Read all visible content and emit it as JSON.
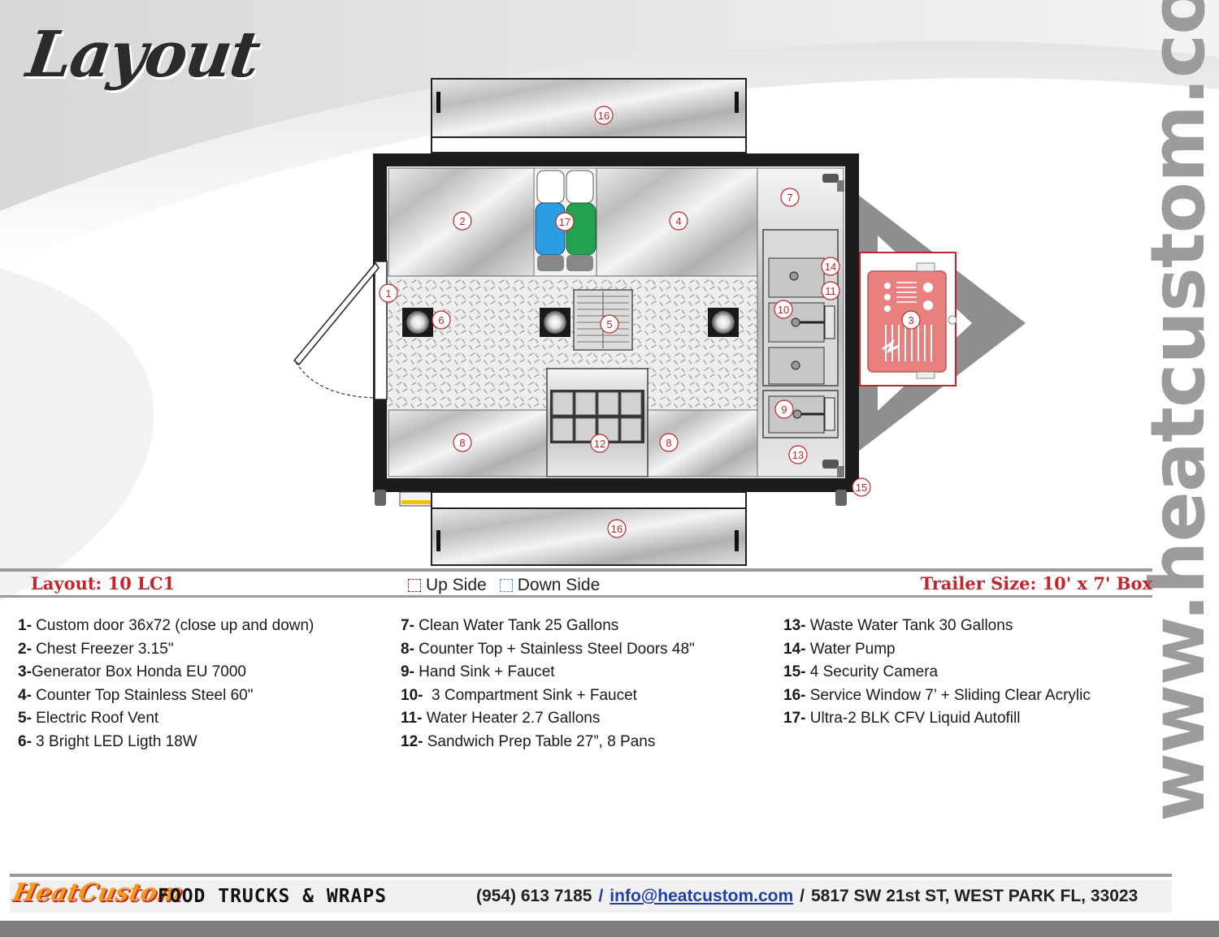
{
  "title": "Layout",
  "watermark": "www.heatcustom.com",
  "diagram_labels": {
    "service_window_top": "16",
    "service_window_bottom": "16",
    "door": "1",
    "freezer": "2",
    "generator": "3",
    "counter_60": "4",
    "roof_vent": "5",
    "led_light": "6",
    "clean_tank": "7",
    "counter_48_left": "8",
    "counter_48_right": "8",
    "hand_sink": "9",
    "comp_sink": "10",
    "water_heater": "11",
    "prep_table": "12",
    "waste_tank": "13",
    "water_pump": "14",
    "camera": "15",
    "autofill": "17"
  },
  "info_bar": {
    "layout_code": "Layout: 10 LC1",
    "legend_up": "Up Side",
    "legend_down": "Down Side",
    "trailer_size": "Trailer Size: 10' x 7' Box"
  },
  "items": [
    {
      "num": "1-",
      "text": " Custom door 36x72 (close up and down)"
    },
    {
      "num": "2-",
      "text": " Chest Freezer 3.15\""
    },
    {
      "num": "3-",
      "text": "Generator Box Honda EU 7000"
    },
    {
      "num": "4-",
      "text": " Counter Top Stainless Steel 60\""
    },
    {
      "num": "5-",
      "text": " Electric Roof Vent"
    },
    {
      "num": "6-",
      "text": " 3 Bright LED Ligth 18W"
    },
    {
      "num": "7-",
      "text": " Clean Water Tank 25 Gallons"
    },
    {
      "num": "8-",
      "text": " Counter Top + Stainless Steel Doors 48\""
    },
    {
      "num": "9-",
      "text": " Hand Sink + Faucet"
    },
    {
      "num": "10-",
      "text": "  3 Compartment Sink + Faucet"
    },
    {
      "num": "11-",
      "text": " Water Heater 2.7 Gallons"
    },
    {
      "num": "12-",
      "text": " Sandwich Prep Table 27”, 8 Pans"
    },
    {
      "num": "13-",
      "text": " Waste Water Tank 30 Gallons"
    },
    {
      "num": "14-",
      "text": " Water Pump"
    },
    {
      "num": "15-",
      "text": " 4 Security Camera"
    },
    {
      "num": "16-",
      "text": " Service Window 7’ + Sliding Clear Acrylic"
    },
    {
      "num": "17-",
      "text": " Ultra-2 BLK CFV Liquid Autofill"
    }
  ],
  "footer": {
    "brand": "HeatCustom",
    "tagline": "FOOD TRUCKS & WRAPS",
    "phone": "(954) 613 7185",
    "sep": "/",
    "email": "info@heatcustom.com",
    "address": "5817 SW 21st ST, WEST PARK FL, 33023"
  },
  "colors": {
    "accent_red": "#c0262c",
    "legend_blue": "#2aa7d6",
    "link_blue": "#1f3fa8",
    "brand_orange": "#f39a1e",
    "wall": "#1a1a1a"
  }
}
